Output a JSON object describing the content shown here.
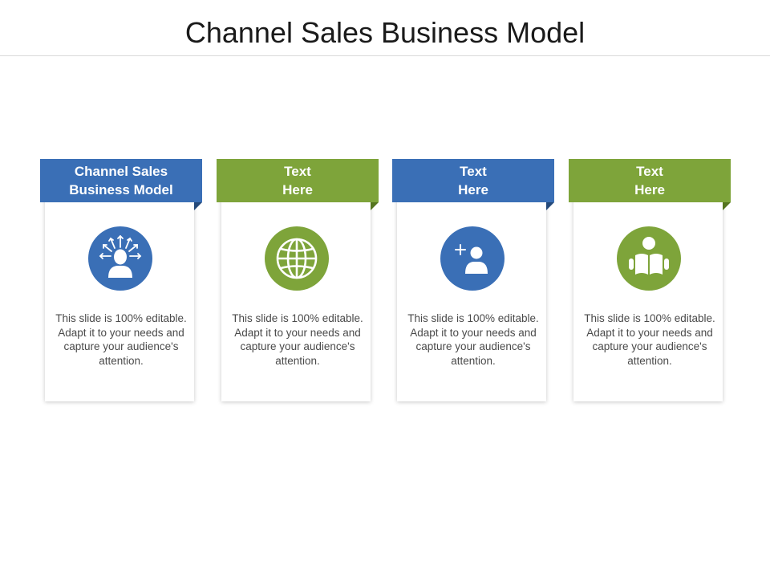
{
  "slide": {
    "title": "Channel Sales Business Model"
  },
  "colors": {
    "blue": "#3a6fb6",
    "blue_dark": "#24497a",
    "green": "#7ea43a",
    "green_dark": "#55741f"
  },
  "cards": [
    {
      "heading": "Channel Sales\nBusiness Model",
      "icon": "person-ideas-icon",
      "color": "blue",
      "text": "This slide is 100% editable. Adapt it to your needs and capture your audience's attention."
    },
    {
      "heading": "Text\nHere",
      "icon": "globe-icon",
      "color": "green",
      "text": "This slide is 100% editable. Adapt it to your needs and capture your audience's attention."
    },
    {
      "heading": "Text\nHere",
      "icon": "add-user-icon",
      "color": "blue",
      "text": "This slide is 100% editable. Adapt it to your needs and capture your audience's attention."
    },
    {
      "heading": "Text\nHere",
      "icon": "person-reading-icon",
      "color": "green",
      "text": "This slide is 100% editable. Adapt it to your needs and capture your audience's attention."
    }
  ]
}
